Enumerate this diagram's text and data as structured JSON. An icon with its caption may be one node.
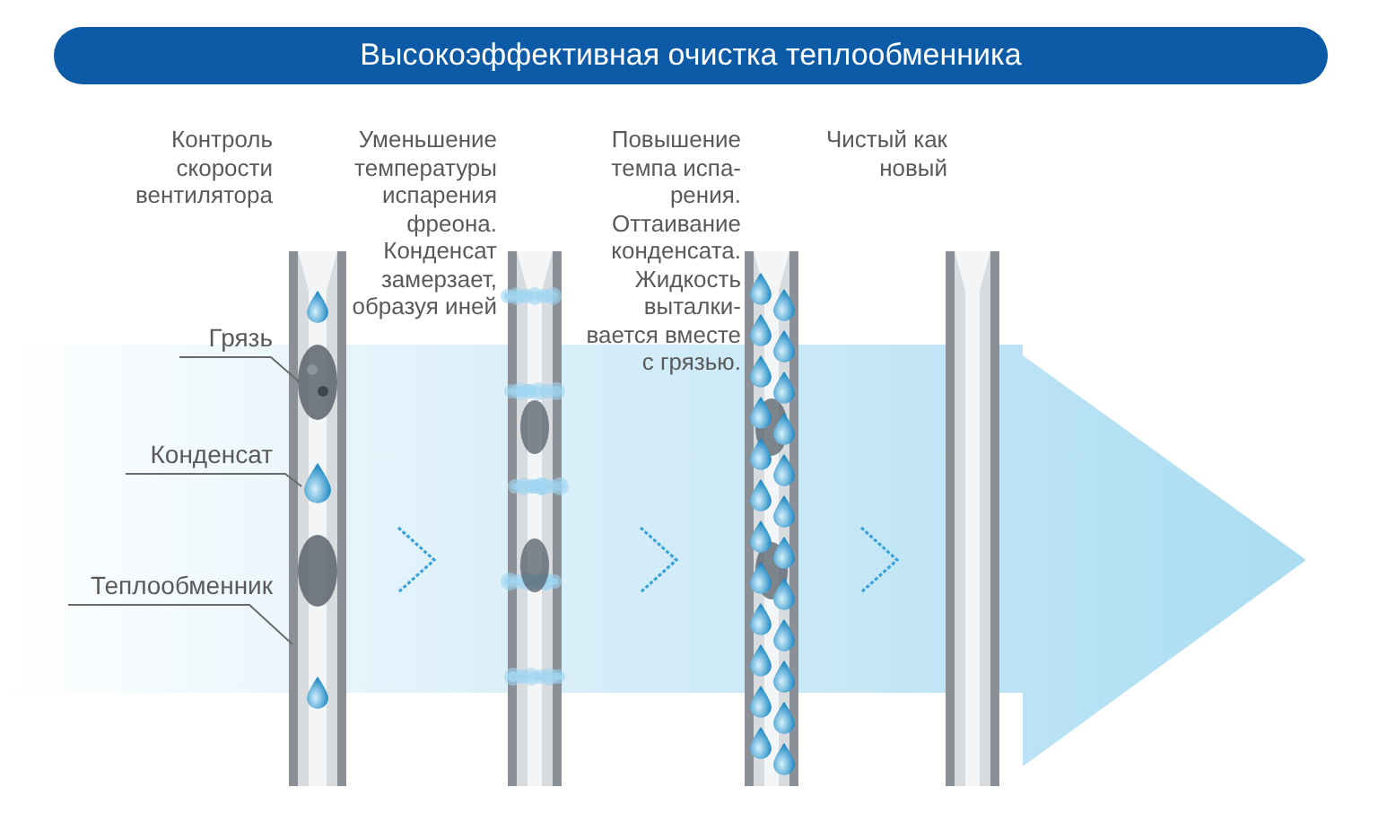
{
  "diagram": {
    "title": "Высокоэффективная очистка теплообменника",
    "nodes": [
      {
        "text": [
          "Грязь"
        ]
      },
      {
        "text": [
          "Конденсат"
        ]
      },
      {
        "text": [
          "Теплообменник"
        ]
      },
      {
        "text": [],
        "shape": "bar"
      },
      {
        "text": [],
        "shape": "picture",
        "in": 3
      },
      {
        "text": [],
        "shape": "picture",
        "in": 3
      }
    ],
    "edges": [
      {
        "from": 0,
        "to": 4,
        "arrow": "none"
      },
      {
        "from": 1,
        "to": 5,
        "arrow": "none"
      },
      {
        "from": 2,
        "to": 3,
        "arrow": "none"
      }
    ],
    "labels": [
      "Контроль скорости вентилятора",
      "Уменьшение температуры испарения фреона. Конденсат замерзает, образуя иней",
      "Повышение темпа испа- рения. Оттаивание конденсата. Жидкость выталки- вается вместе с грязью.",
      "Чистый как новый"
    ]
  }
}
